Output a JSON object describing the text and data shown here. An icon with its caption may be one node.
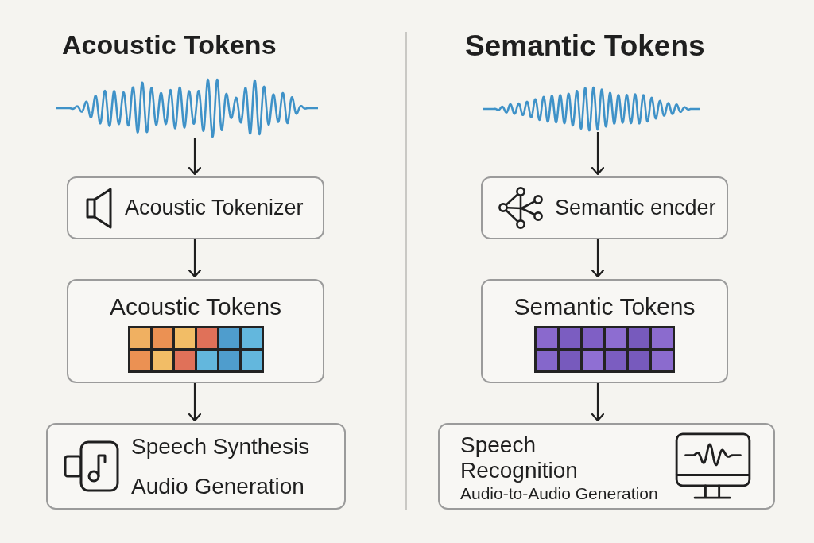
{
  "diagram": {
    "nodes": [
      {
        "text": [],
        "shape": "picture"
      },
      {
        "text": [
          "Acoustic Tokenizer"
        ]
      },
      {
        "text": [
          "Acoustic Tokens"
        ]
      },
      {
        "text": [
          "Speech Synthesis",
          "Audio Generation"
        ]
      },
      {
        "text": [],
        "shape": "picture"
      },
      {
        "text": [
          "Semantic encder"
        ]
      },
      {
        "text": [
          "Semantic Tokens"
        ]
      },
      {
        "text": [
          "Speech Recognition",
          "Audio-to-Audio Generation"
        ]
      }
    ],
    "edges": [
      {
        "from": 0,
        "to": 1,
        "arrow": "to"
      },
      {
        "from": 1,
        "to": 2,
        "arrow": "to"
      },
      {
        "from": 2,
        "to": 3,
        "arrow": "to"
      },
      {
        "from": 4,
        "to": 5,
        "arrow": "to"
      },
      {
        "from": 5,
        "to": 6,
        "arrow": "to"
      },
      {
        "from": 6,
        "to": 7,
        "arrow": "to"
      }
    ],
    "labels": [
      "Acoustic Tokens",
      "Semantic Tokens"
    ]
  }
}
